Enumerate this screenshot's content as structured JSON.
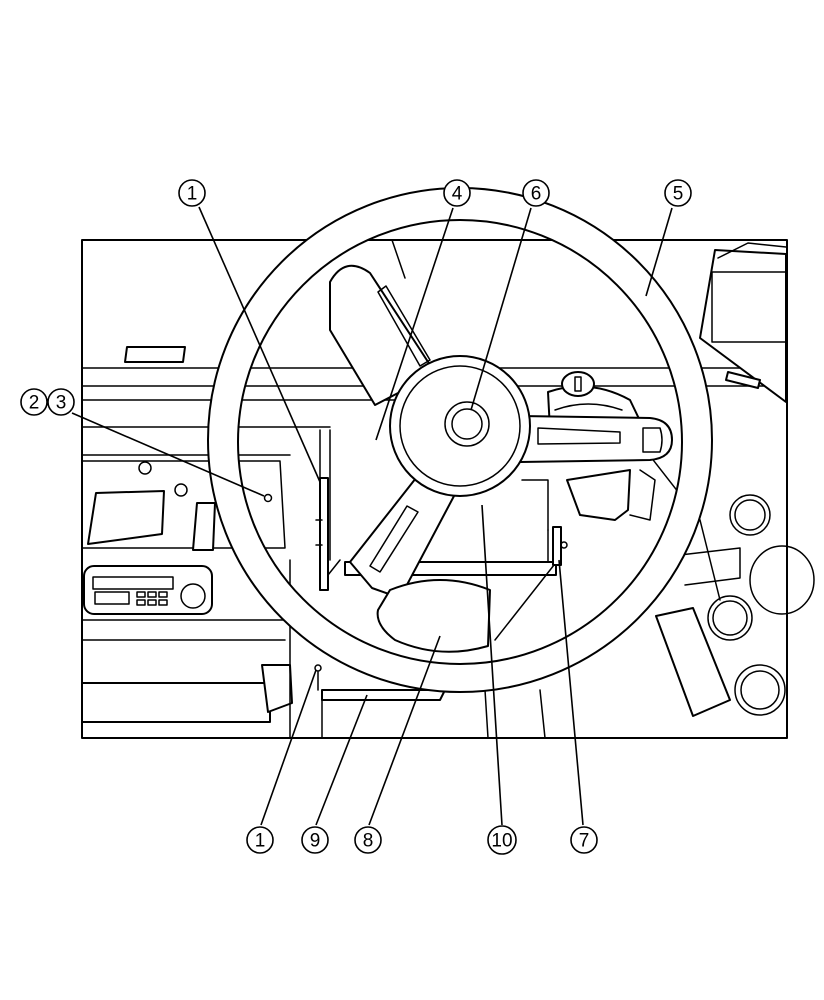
{
  "callouts": {
    "c1_top": "1",
    "c4": "4",
    "c6": "6",
    "c5": "5",
    "c2": "2",
    "c3": "3",
    "c1_bottom": "1",
    "c9": "9",
    "c8": "8",
    "c10": "10",
    "c7": "7"
  },
  "colors": {
    "line": "#000000",
    "background": "#ffffff"
  }
}
